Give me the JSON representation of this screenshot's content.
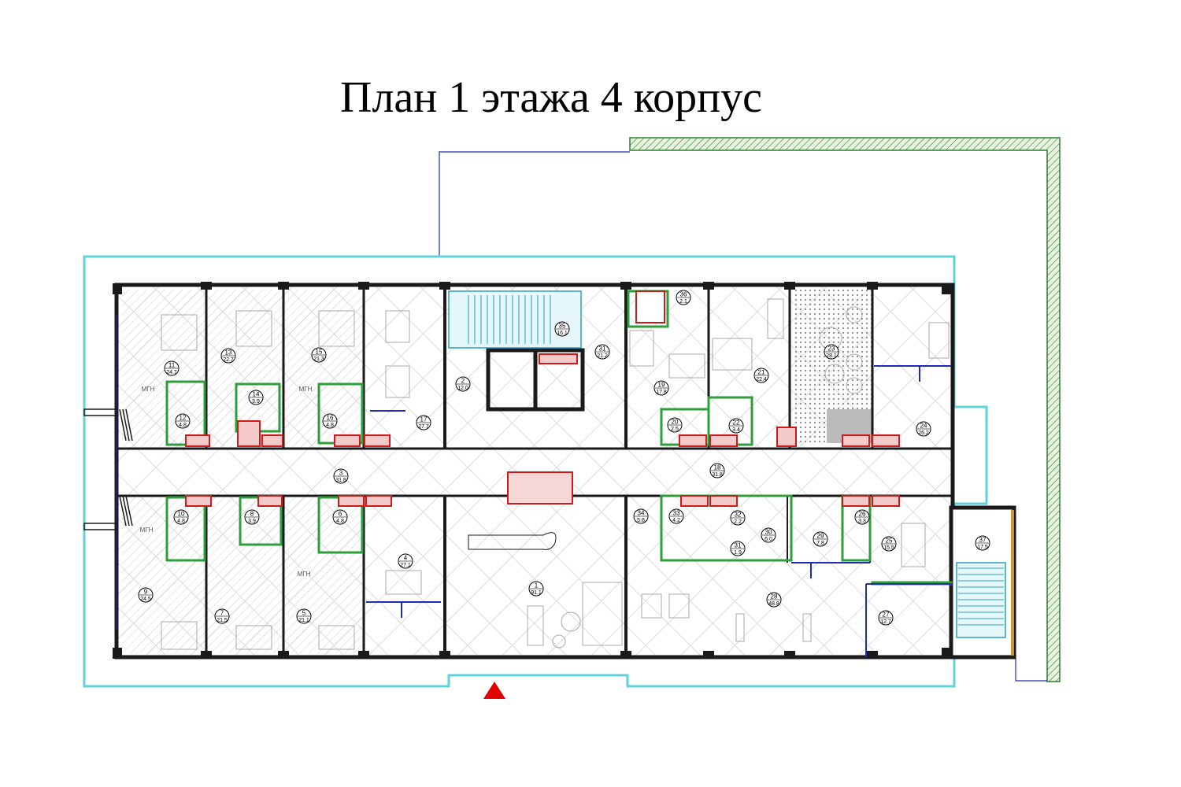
{
  "title": "План 1 этажа 4 корпус",
  "colors": {
    "outline": "#5fd3d8",
    "walls": "#1a1a1a",
    "green_wall": "#2e9e3a",
    "red_fixture": "#d01a1a",
    "blue_line": "#1f2bb0",
    "stairs": "#2aa0b8",
    "entrance_marker": "#e00000"
  },
  "accessibility_label": "МГН",
  "rooms": [
    {
      "number": "1",
      "area": "91.1"
    },
    {
      "number": "2",
      "area": "12.0"
    },
    {
      "number": "3",
      "area": "31.8"
    },
    {
      "number": "4",
      "area": "27.1"
    },
    {
      "number": "5",
      "area": "21.1"
    },
    {
      "number": "6",
      "area": "4.8"
    },
    {
      "number": "7",
      "area": "21.5"
    },
    {
      "number": "8",
      "area": "3.9"
    },
    {
      "number": "9",
      "area": "24.5"
    },
    {
      "number": "10",
      "area": "4.8"
    },
    {
      "number": "11",
      "area": "24.7"
    },
    {
      "number": "12",
      "area": "4.8"
    },
    {
      "number": "13",
      "area": "22.7"
    },
    {
      "number": "14",
      "area": "3.9"
    },
    {
      "number": "15",
      "area": "21.3"
    },
    {
      "number": "16",
      "area": "4.8"
    },
    {
      "number": "17",
      "area": "27.7"
    },
    {
      "number": "18",
      "area": "31.8"
    },
    {
      "number": "19",
      "area": "17.8"
    },
    {
      "number": "20",
      "area": "2.5"
    },
    {
      "number": "21",
      "area": "22.4"
    },
    {
      "number": "22",
      "area": "3.4"
    },
    {
      "number": "23",
      "area": "28.1"
    },
    {
      "number": "24",
      "area": "26.2"
    },
    {
      "number": "25",
      "area": "15.5"
    },
    {
      "number": "26",
      "area": "3.3"
    },
    {
      "number": "27",
      "area": "12.7"
    },
    {
      "number": "28",
      "area": "48.8"
    },
    {
      "number": "29",
      "area": "7.8"
    },
    {
      "number": "30",
      "area": "6.0"
    },
    {
      "number": "31",
      "area": "1.9"
    },
    {
      "number": "32",
      "area": "2.2"
    },
    {
      "number": "33",
      "area": "4.2"
    },
    {
      "number": "34",
      "area": "5.6"
    },
    {
      "number": "35",
      "area": "16.1"
    },
    {
      "number": "36",
      "area": "2.1"
    },
    {
      "number": "37",
      "area": "17.5"
    },
    {
      "number": "31",
      "area": "21.2"
    }
  ]
}
